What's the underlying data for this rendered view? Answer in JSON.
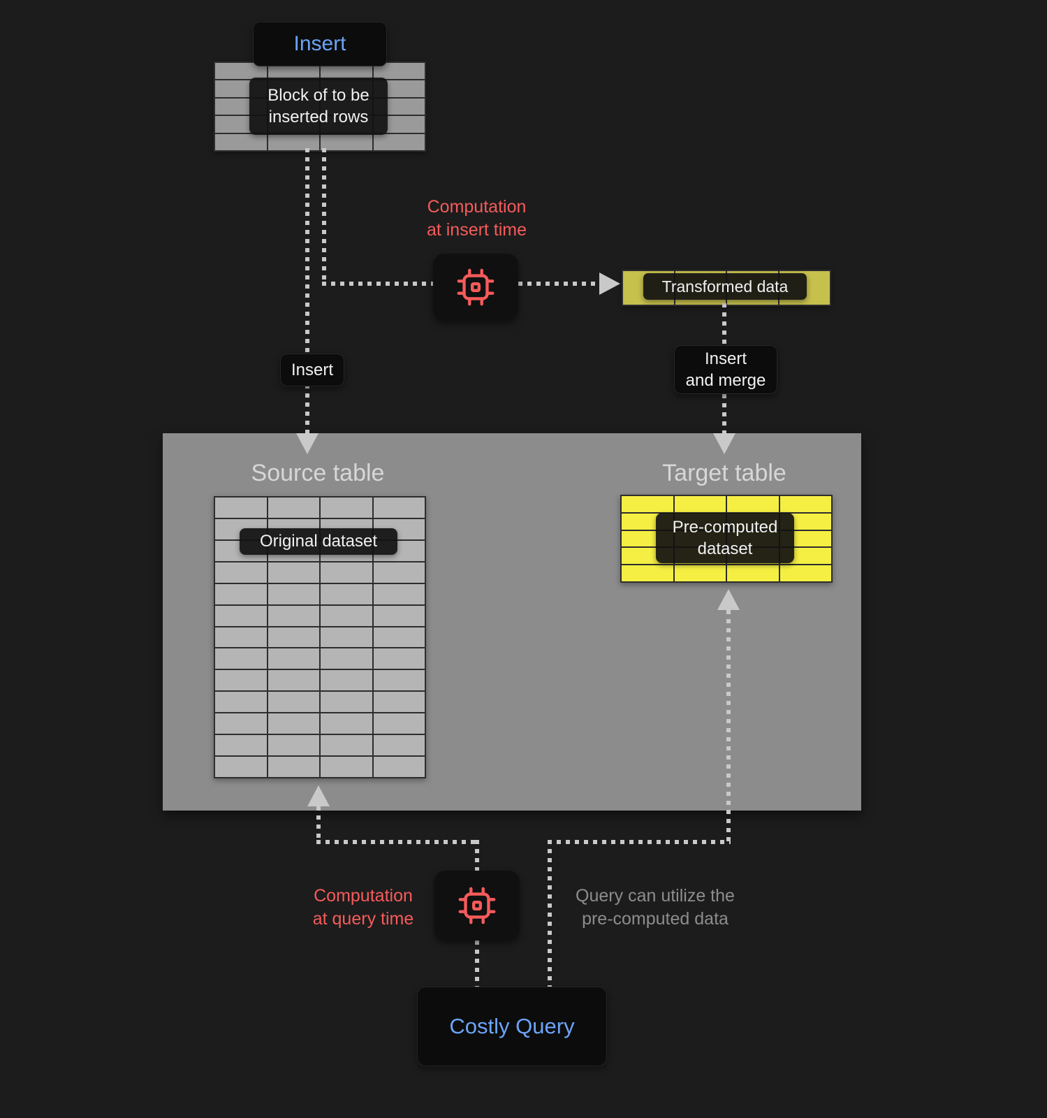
{
  "colors": {
    "background": "#1c1c1c",
    "panel": "#8c8c8c",
    "blue": "#6ba4f8",
    "red": "#f65b5b",
    "dotted": "#c9c9c9",
    "pill_bg": "#0c0c0c",
    "cell_gray": "#9a9a9a",
    "cell_light": "#b5b5b5",
    "bar_olive": "#c6c04d",
    "cell_yellow": "#f5ef44"
  },
  "icons": {
    "computation": "cpu-chip"
  },
  "insert_flow": {
    "title": "Insert",
    "block_label": "Block of to be\ninserted rows",
    "insert_edge_label": "Insert",
    "computation_label": "Computation\nat insert time",
    "transformed_label": "Transformed data",
    "insert_merge_label": "Insert\nand merge"
  },
  "tables_panel": {
    "source_title": "Source table",
    "source_overlay": "Original dataset",
    "target_title": "Target table",
    "target_overlay": "Pre-computed\ndataset"
  },
  "query_flow": {
    "computation_label": "Computation\nat query time",
    "note": "Query can utilize the\npre-computed data",
    "costly_label": "Costly Query"
  },
  "grids": {
    "insert_block": {
      "cols": 4,
      "rows": 5
    },
    "source": {
      "cols": 4,
      "rows": 13
    },
    "transformed": {
      "cols": 4,
      "rows": 1
    },
    "target": {
      "cols": 4,
      "rows": 5
    }
  }
}
